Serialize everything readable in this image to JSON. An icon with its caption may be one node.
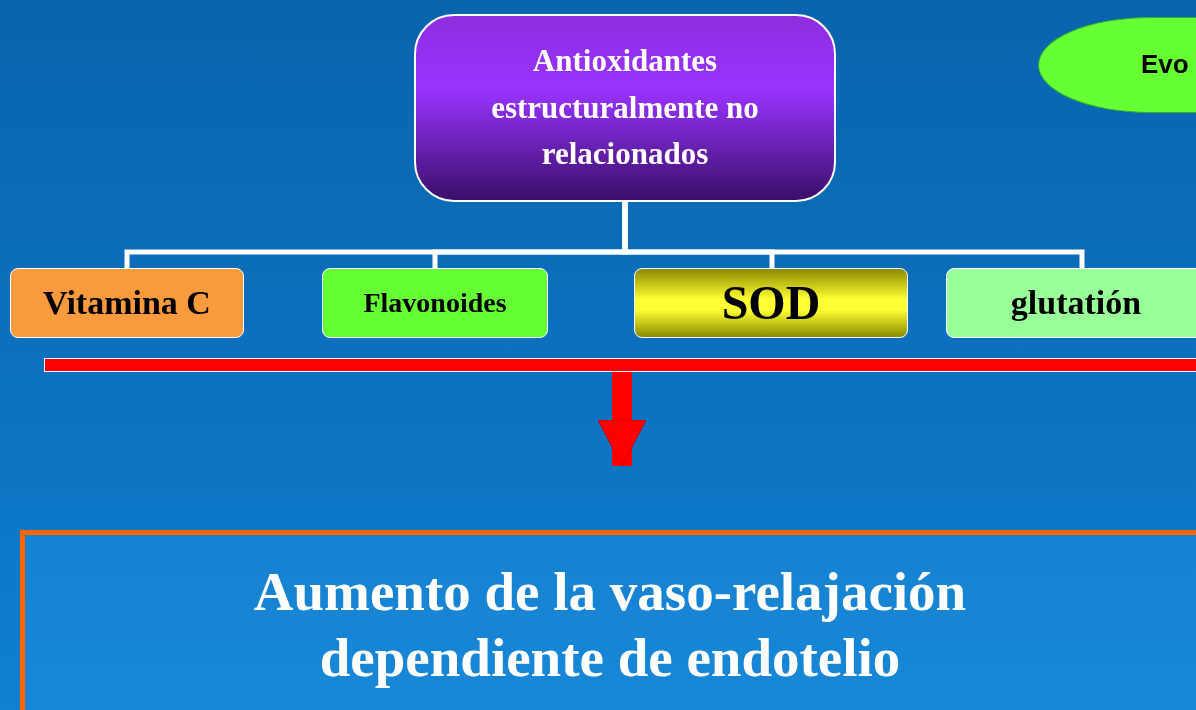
{
  "diagram": {
    "nodes": [
      {
        "text": [
          "Antioxidantes estructuralmente no relacionados"
        ]
      },
      {
        "text": [
          "Vitamina C"
        ]
      },
      {
        "text": [
          "Flavonoides"
        ]
      },
      {
        "text": [
          "SOD"
        ]
      },
      {
        "text": [
          "glutatión"
        ]
      },
      {
        "text": [
          "Evo"
        ]
      },
      {
        "text": [],
        "shape": "bar"
      },
      {
        "text": [
          "Aumento de la vaso-relajación dependiente de endotelio"
        ]
      }
    ],
    "edges": [
      {
        "from": 0,
        "to": 1,
        "arrow": "none"
      },
      {
        "from": 0,
        "to": 2,
        "arrow": "none"
      },
      {
        "from": 0,
        "to": 3,
        "arrow": "none"
      },
      {
        "from": 0,
        "to": 4,
        "arrow": "none"
      },
      {
        "from": 6,
        "to": 7,
        "arrow": "to",
        "style": "thick",
        "color": "#ff0000"
      }
    ]
  }
}
